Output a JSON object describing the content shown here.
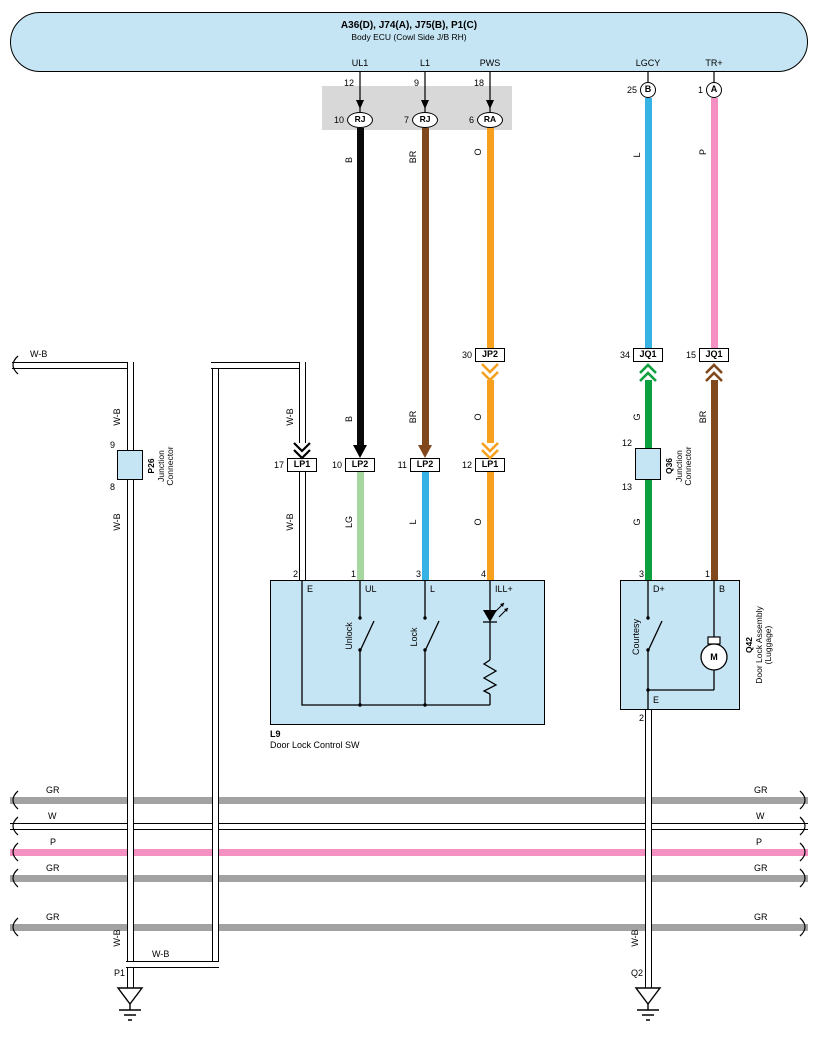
{
  "colors": {
    "component": "#c6e5f4",
    "grayPanel": "#d8d8d8",
    "black": "#0a0a0a",
    "brown": "#80481c",
    "orange": "#f6a01e",
    "blue": "#36b3e4",
    "pink": "#f590c2",
    "green": "#0ca13e",
    "lightGreen": "#a6d7a0",
    "busGray": "#a2a2a2"
  },
  "banner": {
    "title": "A36(D), J74(A), J75(B), P1(C)",
    "subtitle": "Body ECU (Cowl Side J/B RH)",
    "terminals": [
      "UL1",
      "L1",
      "PWS",
      "LGCY",
      "TR+"
    ],
    "pins": [
      "12",
      "9",
      "18",
      "25",
      "1"
    ],
    "circles": [
      "B",
      "A"
    ]
  },
  "ovals": [
    {
      "pin": "10",
      "label": "RJ"
    },
    {
      "pin": "7",
      "label": "RJ"
    },
    {
      "pin": "6",
      "label": "RA"
    }
  ],
  "midConnectors": [
    {
      "pin": "30",
      "label": "JP2"
    },
    {
      "pin": "34",
      "label": "JQ1"
    },
    {
      "pin": "15",
      "label": "JQ1"
    }
  ],
  "lpConnectors": [
    {
      "pin": "17",
      "label": "LP1"
    },
    {
      "pin": "10",
      "label": "LP2"
    },
    {
      "pin": "11",
      "label": "LP2"
    },
    {
      "pin": "12",
      "label": "LP1"
    }
  ],
  "wireLabels": {
    "upper": [
      "B",
      "BR",
      "O",
      "L",
      "P"
    ],
    "mid": [
      "B",
      "BR",
      "O",
      "G",
      "BR"
    ],
    "lower": [
      "LG",
      "L",
      "O",
      "G"
    ],
    "wb": "W-B"
  },
  "p26": {
    "name": "P26",
    "desc1": "Junction",
    "desc2": "Connector",
    "pinTop": "9",
    "pinBottom": "8"
  },
  "q36": {
    "name": "Q36",
    "desc1": "Junction",
    "desc2": "Connector",
    "pinTop": "12",
    "pinBottom": "13"
  },
  "l9": {
    "name": "L9",
    "desc": "Door Lock Control SW",
    "pins": [
      "2",
      "1",
      "3",
      "4"
    ],
    "terminals": [
      "E",
      "UL",
      "L",
      "ILL+"
    ],
    "switch1": "Unlock",
    "switch2": "Lock"
  },
  "q42": {
    "name": "Q42",
    "desc1": "Door Lock Assembly",
    "desc2": "(Luggage)",
    "pinDplus": "3",
    "pinB": "1",
    "pinE": "2",
    "termDplus": "D+",
    "termB": "B",
    "termE": "E",
    "switch": "Courtesy",
    "motor": "M"
  },
  "buses": [
    {
      "label": "GR"
    },
    {
      "label": "W"
    },
    {
      "label": "P"
    },
    {
      "label": "GR"
    },
    {
      "label": "GR"
    }
  ],
  "grounds": [
    {
      "label": "P1"
    },
    {
      "label": "Q2"
    }
  ]
}
